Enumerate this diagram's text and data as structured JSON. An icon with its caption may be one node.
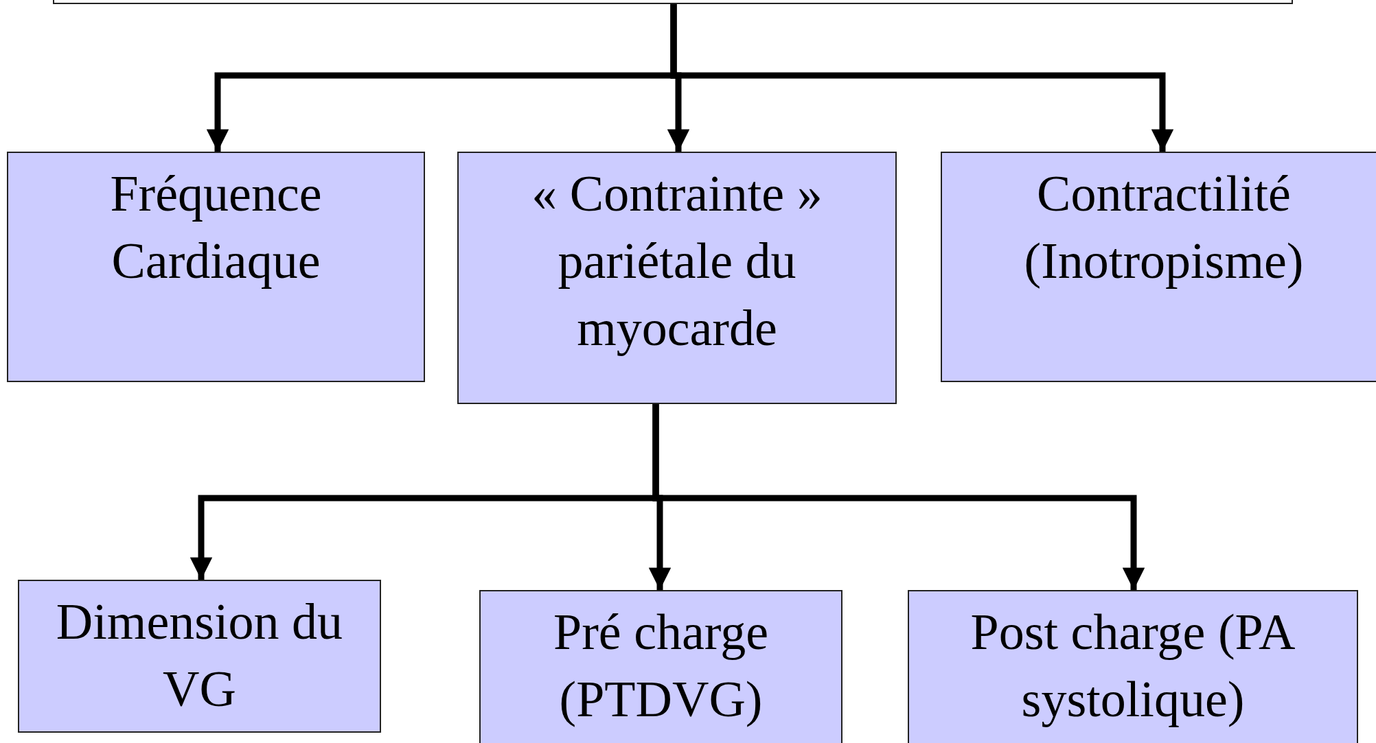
{
  "diagram": {
    "nodes": [
      {
        "text": [],
        "shape": "box"
      },
      {
        "text": [
          "Fréquence Cardiaque"
        ]
      },
      {
        "text": [
          "« Contrainte » pariétale du myocarde"
        ]
      },
      {
        "text": [
          "Contractilité (Inotropisme)"
        ]
      },
      {
        "text": [
          "Dimension du VG"
        ]
      },
      {
        "text": [
          "Pré charge (PTDVG)"
        ]
      },
      {
        "text": [
          "Post charge  (PA systolique)"
        ]
      }
    ],
    "edges": [
      {
        "from": 0,
        "to": 1,
        "arrow": "to"
      },
      {
        "from": 0,
        "to": 2,
        "arrow": "to"
      },
      {
        "from": 0,
        "to": 3,
        "arrow": "to"
      },
      {
        "from": 2,
        "to": 4,
        "arrow": "to"
      },
      {
        "from": 2,
        "to": 5,
        "arrow": "to"
      },
      {
        "from": 2,
        "to": 6,
        "arrow": "to"
      }
    ]
  }
}
